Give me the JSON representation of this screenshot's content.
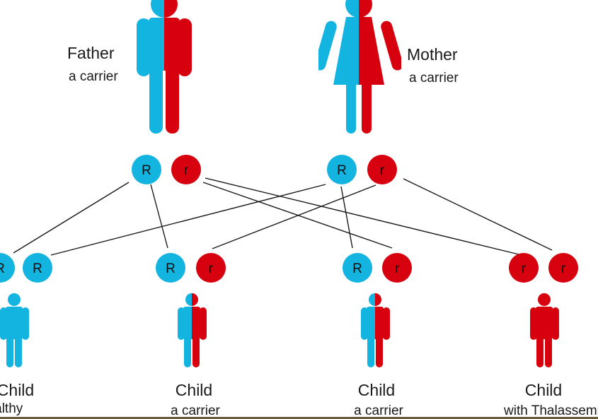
{
  "colors": {
    "normal": "#14b4e0",
    "thalassemia": "#d7000f",
    "line": "#1a1a1a"
  },
  "parents": {
    "father": {
      "title": "Father",
      "status": "a carrier",
      "alleles": [
        "R",
        "r"
      ]
    },
    "mother": {
      "title": "Mother",
      "status": "a carrier",
      "alleles": [
        "R",
        "r"
      ]
    }
  },
  "children": [
    {
      "title": "Child",
      "status": "healthy",
      "alleles": [
        "R",
        "R"
      ],
      "icon": "healthy-child-icon"
    },
    {
      "title": "Child",
      "status": "a carrier",
      "alleles": [
        "R",
        "r"
      ],
      "icon": "carrier-child-icon"
    },
    {
      "title": "Child",
      "status": "a carrier",
      "alleles": [
        "R",
        "r"
      ],
      "icon": "carrier-child-icon"
    },
    {
      "title": "Child",
      "status": "with Thalassemia",
      "alleles": [
        "r",
        "r"
      ],
      "icon": "thalassemia-child-icon"
    }
  ]
}
